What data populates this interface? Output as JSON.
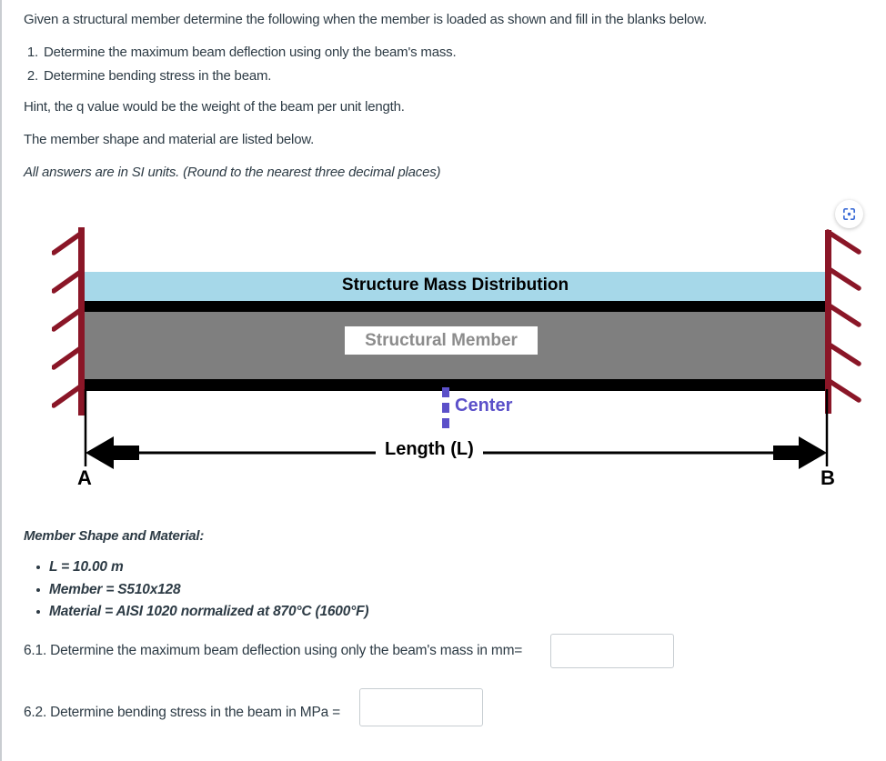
{
  "page": {
    "intro": "Given a structural member determine the following when the member is loaded as shown and fill in the blanks below.",
    "list": [
      {
        "num": "1.",
        "text": "Determine the maximum beam deflection using only the beam's mass."
      },
      {
        "num": "2.",
        "text": "Determine bending stress in the beam."
      }
    ],
    "hint": "Hint, the q value would be the weight of the beam per unit length.",
    "member_note": "The member shape and material are listed below.",
    "units_note": "All answers are in SI units. (Round to the nearest three decimal places)"
  },
  "diagram": {
    "mass_label": "Structure Mass Distribution",
    "member_label": "Structural Member",
    "center_label": "Center",
    "length_label": "Length (L)",
    "point_a": "A",
    "point_b": "B",
    "colors": {
      "support_maroon": "#8a1627",
      "mass_band_blue": "#a6d8e9",
      "member_band_gray": "#7f7f7f",
      "beam_outline_black": "#000000",
      "center_accent_purple": "#5b50c9",
      "zoom_icon_blue": "#3a6bd6"
    }
  },
  "details": {
    "heading": "Member Shape and Material:",
    "bullets": [
      "L = 10.00 m",
      "Member = S510x128",
      "Material = AISI 1020 normalized at 870°C (1600°F)"
    ]
  },
  "questions": [
    {
      "label": "6.1. Determine the maximum beam deflection using only the beam's mass in mm=",
      "value": ""
    },
    {
      "label": "6.2. Determine bending stress in the beam in MPa =",
      "value": ""
    }
  ]
}
